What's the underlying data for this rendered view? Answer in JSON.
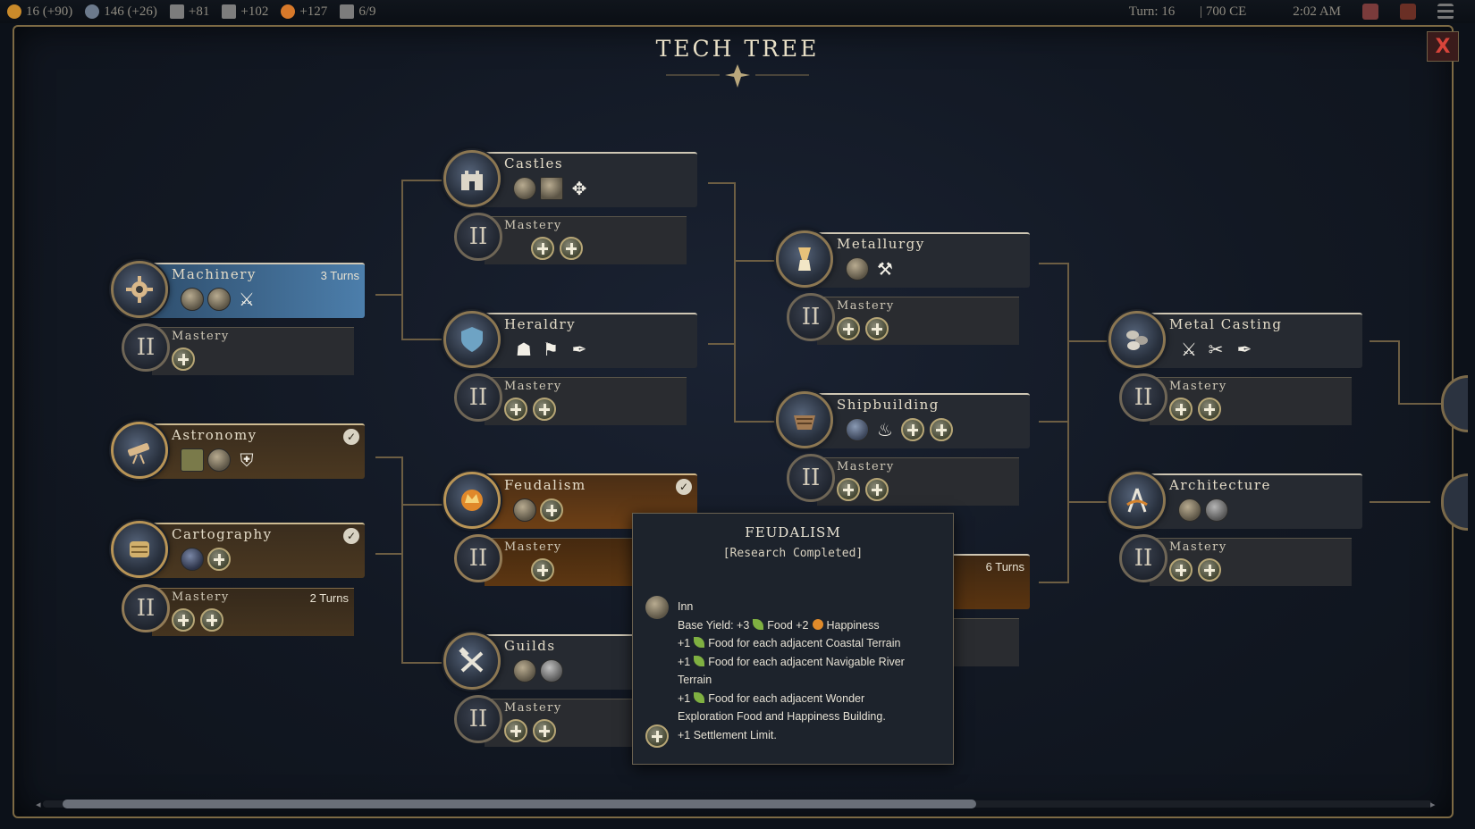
{
  "topbar": {
    "resources": [
      {
        "name": "gold-icon",
        "color": "#c98a2a",
        "value": "16 (+90)"
      },
      {
        "name": "science-icon",
        "color": "#6c7a8c",
        "value": "146 (+26)"
      },
      {
        "name": "production-icon",
        "color": "#7c7c7c",
        "value": "+81"
      },
      {
        "name": "culture-icon",
        "color": "#7d7d7d",
        "value": "+102"
      },
      {
        "name": "happiness-icon",
        "color": "#d8792a",
        "value": "+127"
      },
      {
        "name": "settlements-icon",
        "color": "#7c7c7c",
        "value": "6/9"
      }
    ],
    "turn": "Turn: 16",
    "year": "700 CE",
    "clock": "2:02 AM"
  },
  "title": "TECH TREE",
  "close_label": "X",
  "techs": [
    {
      "id": "castles",
      "name": "Castles",
      "turns": "",
      "state": "normal"
    },
    {
      "id": "machinery",
      "name": "Machinery",
      "turns": "3 Turns",
      "state": "active"
    },
    {
      "id": "heraldry",
      "name": "Heraldry",
      "turns": "",
      "state": "normal"
    },
    {
      "id": "metallurgy",
      "name": "Metallurgy",
      "turns": "",
      "state": "normal"
    },
    {
      "id": "astronomy",
      "name": "Astronomy",
      "turns": "",
      "state": "done"
    },
    {
      "id": "shipbuilding",
      "name": "Shipbuilding",
      "turns": "",
      "state": "normal"
    },
    {
      "id": "metal-casting",
      "name": "Metal Casting",
      "turns": "",
      "state": "normal"
    },
    {
      "id": "feudalism",
      "name": "Feudalism",
      "turns": "",
      "state": "done"
    },
    {
      "id": "cartography",
      "name": "Cartography",
      "turns": "",
      "state": "done"
    },
    {
      "id": "architecture",
      "name": "Architecture",
      "turns": "",
      "state": "normal"
    },
    {
      "id": "guilds",
      "name": "Guilds",
      "turns": "",
      "state": "normal"
    }
  ],
  "mastery": {
    "label": "Mastery",
    "numeral": "II",
    "cartography_turns": "2 Turns",
    "hidden_tech_turns": "6 Turns"
  },
  "tooltip": {
    "title": "FEUDALISM",
    "status": "[Research Completed]",
    "building": "Inn",
    "base_yield_prefix": "Base Yield: +3",
    "base_yield_food": "Food +2",
    "base_yield_happiness": "Happiness",
    "line_coastal_prefix": "+1",
    "line_coastal": "Food for each adjacent Coastal Terrain",
    "line_river_prefix": "+1",
    "line_river": "Food for each adjacent Navigable River Terrain",
    "line_wonder_prefix": "+1",
    "line_wonder": "Food for each adjacent Wonder",
    "line_exploration": "Exploration Food and Happiness Building.",
    "line_settlement": "+1 Settlement Limit."
  },
  "colors": {
    "accent_gold": "#b89456",
    "active_blue": "#4c7eab",
    "completed_brown": "#4b3820",
    "close_red": "#d8443a"
  }
}
